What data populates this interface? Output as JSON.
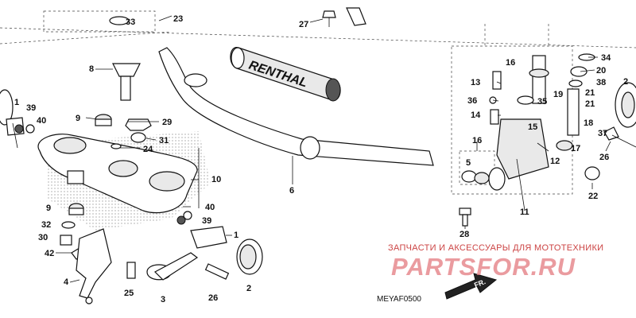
{
  "diagram": {
    "code": "MEYAF0500",
    "brand_text": "RENTHAL",
    "direction_label": "FR.",
    "labels": [
      "1",
      "1",
      "2",
      "2",
      "3",
      "4",
      "5",
      "6",
      "8",
      "9",
      "9",
      "10",
      "11",
      "12",
      "13",
      "14",
      "15",
      "16",
      "16",
      "17",
      "18",
      "19",
      "20",
      "21",
      "21",
      "22",
      "23",
      "24",
      "25",
      "26",
      "26",
      "27",
      "28",
      "29",
      "30",
      "31",
      "32",
      "33",
      "34",
      "35",
      "36",
      "37",
      "38",
      "39",
      "39",
      "40",
      "40",
      "42"
    ]
  },
  "watermark": {
    "subtitle": "ЗАПЧАСТИ И АКСЕССУАРЫ ДЛЯ МОТОТЕХНИКИ",
    "logo_text": "PARTSFOR.RU",
    "color": "#e47a80"
  }
}
